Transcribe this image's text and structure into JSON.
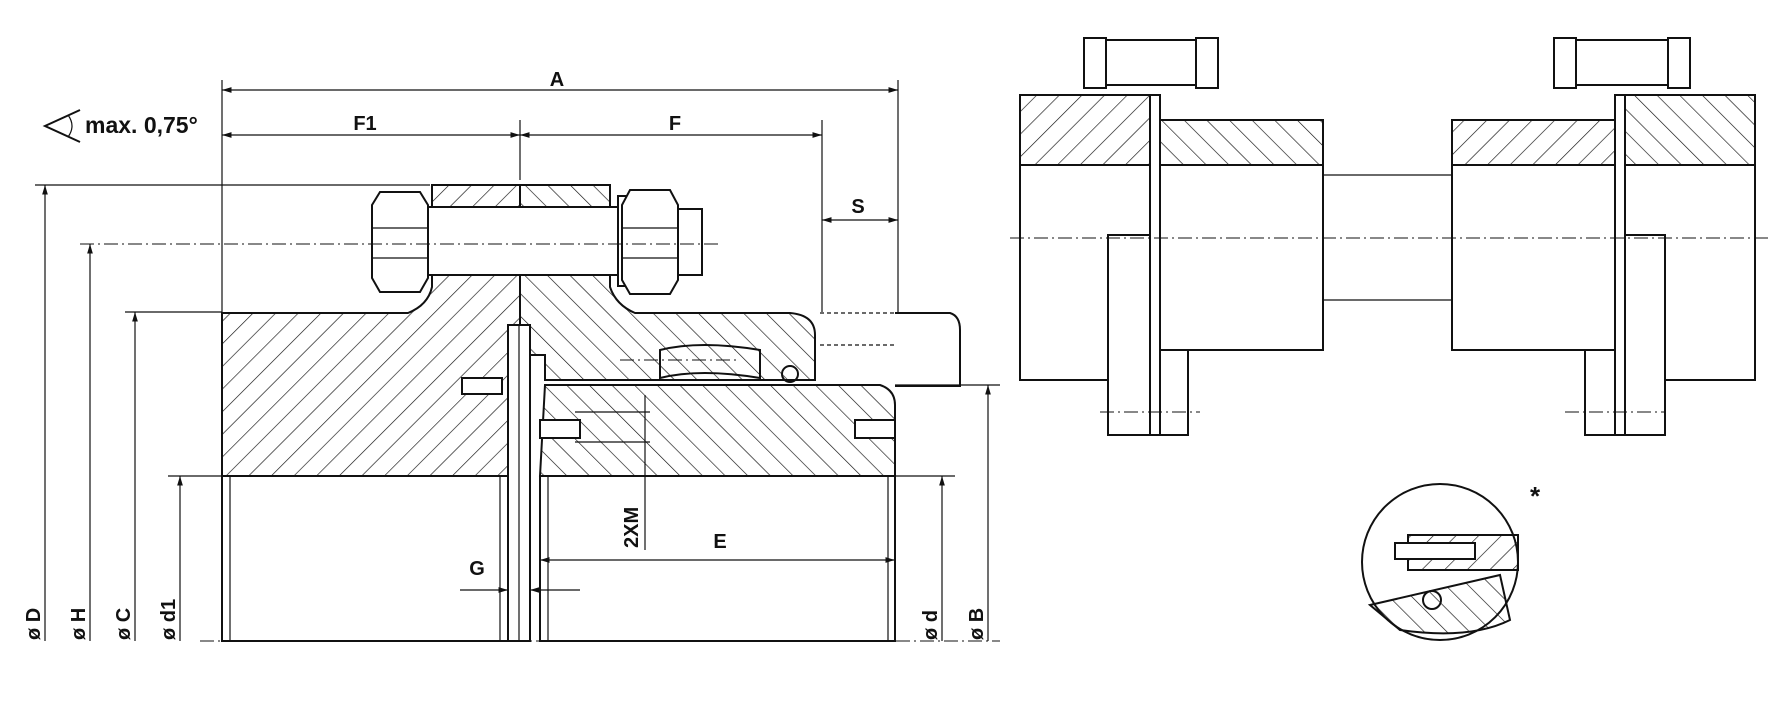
{
  "labels": {
    "A": "A",
    "F1": "F1",
    "F": "F",
    "S": "S",
    "E": "E",
    "G": "G",
    "XM": "2XM",
    "angle": "max. 0,75°",
    "D": "ø D",
    "H": "ø H",
    "C": "ø C",
    "d1": "ø d1",
    "d": "ø d",
    "B": "ø B",
    "detail_mark": "*"
  }
}
